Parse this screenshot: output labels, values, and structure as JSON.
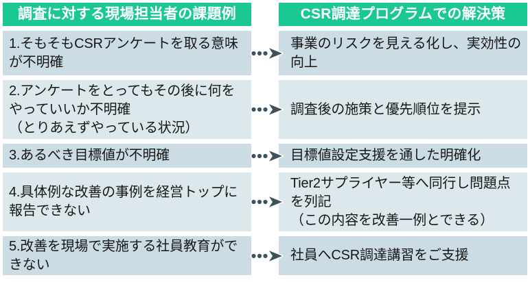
{
  "header": {
    "left_label": "調査に対する現場担当者の課題例",
    "right_label": "CSR調達プログラムでの解決策"
  },
  "colors": {
    "header_green": "#1bc894",
    "row_shade_dark": "#cbdce4",
    "row_shade_light": "#dde8ed",
    "arrow": "#3e525e",
    "text": "#171717",
    "header_text": "#ffffff"
  },
  "arrow_icon": "dotted-arrow-right-icon",
  "rows": [
    {
      "issue": "1.そもそもCSRアンケートを取る意味\nが不明確",
      "solution": "事業のリスクを見える化し、実効性の向上"
    },
    {
      "issue": "2.アンケートをとってもその後に何を\nやっていいか不明確\n（とりあえずやっている状況）",
      "solution": "調査後の施策と優先順位を提示"
    },
    {
      "issue": "3.あるべき目標値が不明確",
      "solution": "目標値設定支援を通した明確化"
    },
    {
      "issue": "4.具体例な改善の事例を経営トップに\n報告できない",
      "solution": "Tier2サプライヤー等へ同行し問題点\nを列記\n（この内容を改善一例とできる）"
    },
    {
      "issue": "5.改善を現場で実施する社員教育がで\nきない",
      "solution": "社員へCSR調達講習をご支援"
    }
  ]
}
